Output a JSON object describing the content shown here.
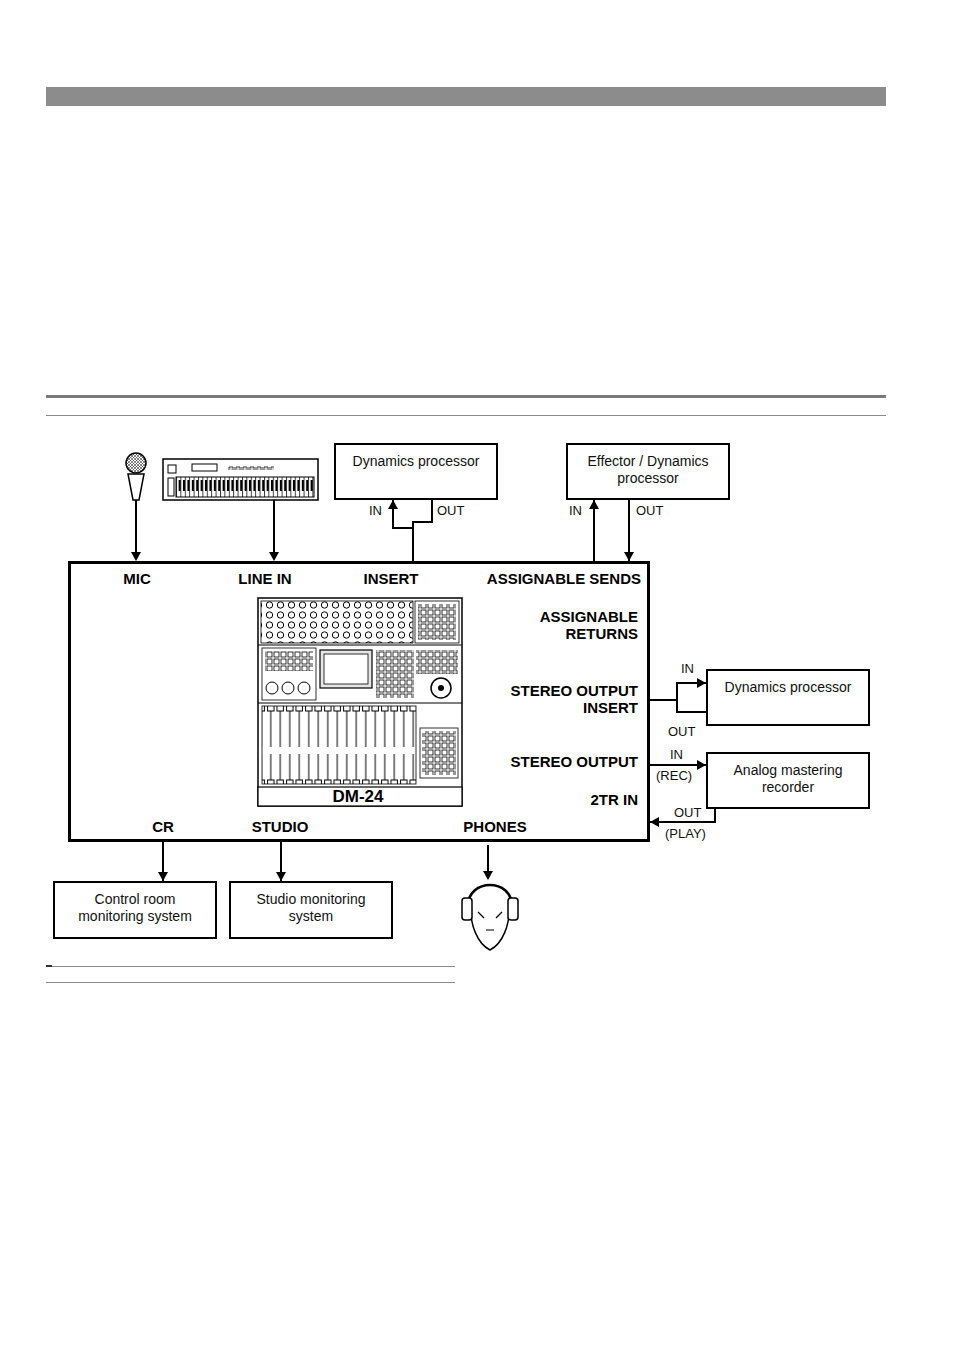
{
  "diagram": {
    "nodes": [
      {
        "text": [
          "Dynamics processor"
        ]
      },
      {
        "text": [
          "Effector / Dynamics processor"
        ]
      },
      {
        "text": [
          "MIC",
          "LINE IN",
          "INSERT",
          "ASSIGNABLE SENDS",
          "ASSIGNABLE RETURNS",
          "STEREO OUTPUT INSERT",
          "STEREO OUTPUT",
          "2TR IN",
          "CR",
          "STUDIO",
          "PHONES",
          "DM-24"
        ]
      },
      {
        "text": [
          "Dynamics processor"
        ]
      },
      {
        "text": [
          "Analog mastering recorder"
        ]
      },
      {
        "text": [
          "Control room monitoring system"
        ]
      },
      {
        "text": [
          "Studio monitoring system"
        ]
      }
    ],
    "edges": [
      {
        "from": 2,
        "to": 0,
        "arrow": "to"
      },
      {
        "from": 0,
        "to": 2,
        "arrow": "none"
      },
      {
        "from": 2,
        "to": 1,
        "arrow": "to"
      },
      {
        "from": 1,
        "to": 2,
        "arrow": "to"
      },
      {
        "from": 2,
        "to": 3,
        "arrow": "to"
      },
      {
        "from": 3,
        "to": 2,
        "arrow": "none"
      },
      {
        "from": 2,
        "to": 4,
        "arrow": "to"
      },
      {
        "from": 4,
        "to": 2,
        "arrow": "to"
      },
      {
        "from": 2,
        "to": 5,
        "arrow": "to"
      },
      {
        "from": 2,
        "to": 6,
        "arrow": "to"
      }
    ],
    "labels": [
      "IN",
      "OUT",
      "IN",
      "OUT",
      "IN",
      "OUT",
      "IN",
      "(REC)",
      "OUT",
      "(PLAY)"
    ]
  }
}
